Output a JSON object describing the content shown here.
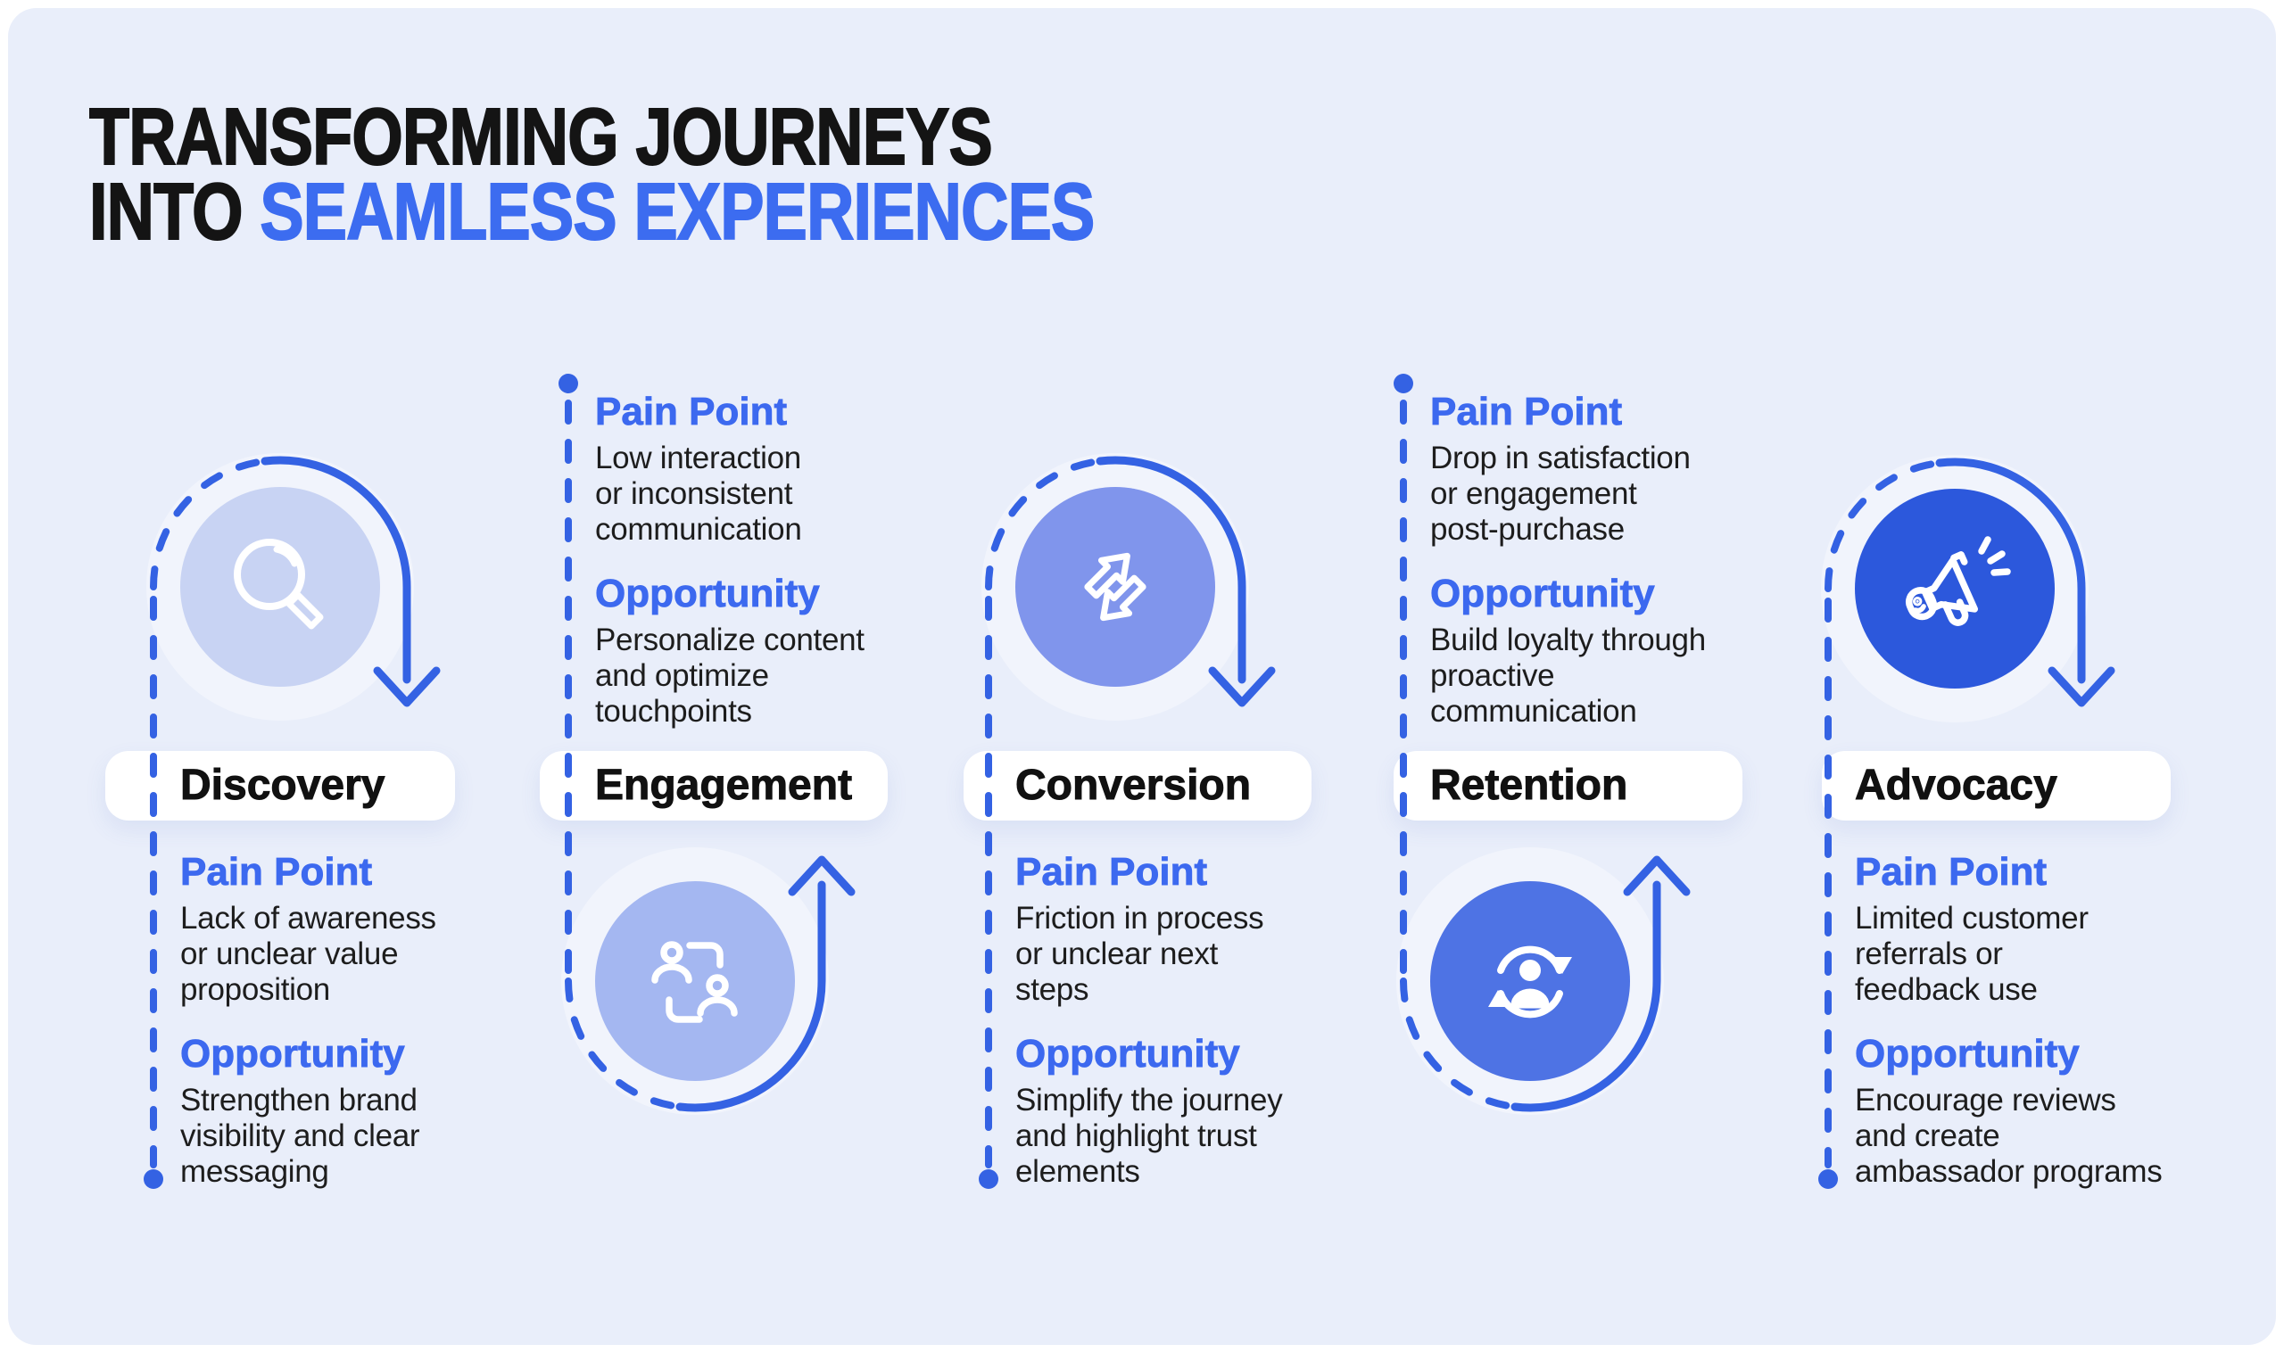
{
  "title": {
    "line1": "TRANSFORMING JOURNEYS",
    "line2_prefix": "INTO ",
    "line2_highlight": "SEAMLESS EXPERIENCES"
  },
  "section_labels": {
    "pain_point": "Pain Point",
    "opportunity": "Opportunity"
  },
  "colors": {
    "page_background": "#ffffff",
    "panel_background": "#e9eefa",
    "accent_line_blue": "#3462e3",
    "heading_blue": "#3c69ef",
    "title_highlight_blue": "#3c6cf0",
    "text_dark": "#1d1d1d",
    "stage_circle_colors": [
      "#c8d3f3",
      "#a4b7f1",
      "#8095ec",
      "#4e73e4",
      "#2c58dc"
    ]
  },
  "stages": [
    {
      "name": "Discovery",
      "icon": "magnifier-icon",
      "pain_point": "Lack of awareness\nor unclear value\nproposition",
      "opportunity": "Strengthen brand\nvisibility and clear\nmessaging"
    },
    {
      "name": "Engagement",
      "icon": "people-exchange-icon",
      "pain_point": "Low interaction\nor inconsistent\ncommunication",
      "opportunity": "Personalize content\nand optimize\ntouchpoints"
    },
    {
      "name": "Conversion",
      "icon": "swap-arrows-icon",
      "pain_point": "Friction in process\nor unclear next\nsteps",
      "opportunity": "Simplify the journey\nand highlight trust\nelements"
    },
    {
      "name": "Retention",
      "icon": "person-sync-icon",
      "pain_point": "Drop in satisfaction\nor engagement\npost-purchase",
      "opportunity": "Build loyalty through\nproactive\ncommunication"
    },
    {
      "name": "Advocacy",
      "icon": "megaphone-icon",
      "pain_point": "Limited customer\nreferrals or\nfeedback use",
      "opportunity": "Encourage reviews\nand create\nambassador programs"
    }
  ]
}
